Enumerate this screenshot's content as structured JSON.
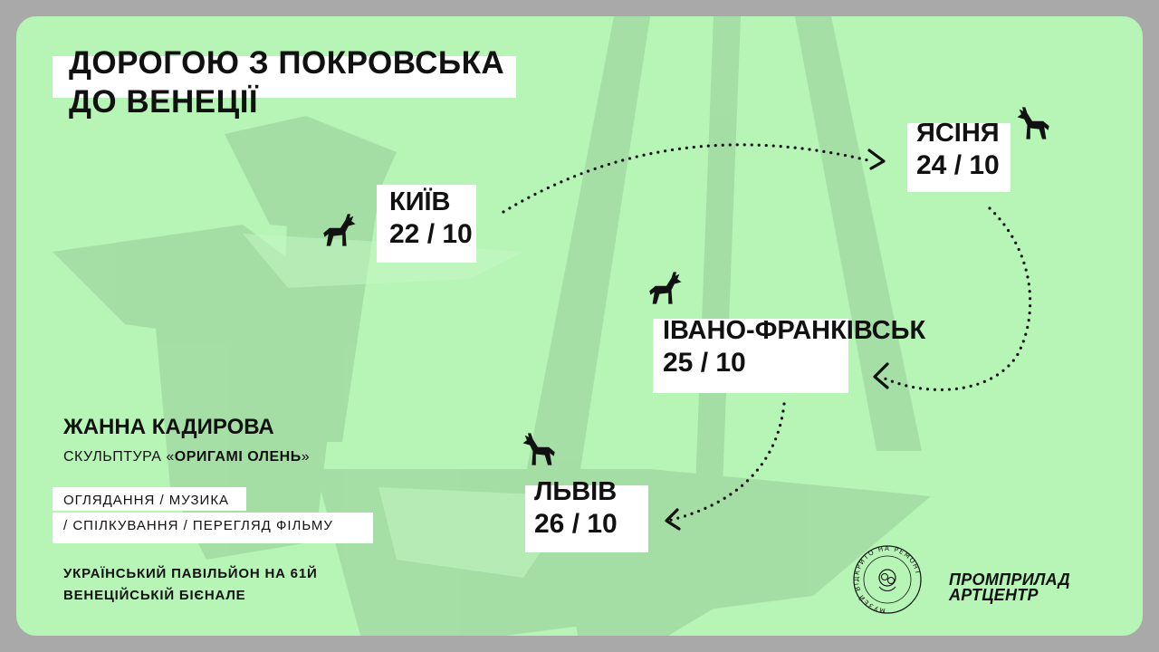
{
  "poster": {
    "title_line1": "ДОРОГОЮ З ПОКРОВСЬКА",
    "title_line2": "ДО ВЕНЕЦІЇ",
    "colors": {
      "background": "#b6f5b6",
      "frame": "#a9a9a9",
      "ink": "#111111",
      "label_bg": "#ffffff"
    },
    "stops": [
      {
        "city": "КИЇВ",
        "date": "22 / 10"
      },
      {
        "city": "ЯСІНЯ",
        "date": "24 / 10"
      },
      {
        "city": "ІВАНО-ФРАНКІВСЬК",
        "date": "25 / 10"
      },
      {
        "city": "ЛЬВІВ",
        "date": "26 / 10"
      }
    ],
    "artist": "ЖАННА КАДИРОВА",
    "sculpture_prefix": "СКУЛЬПТУРА «",
    "sculpture_name": "ОРИГАМІ ОЛЕНЬ",
    "sculpture_suffix": "»",
    "activities_line1": "ОГЛЯДАННЯ / МУЗИКА",
    "activities_line2": "/ СПІЛКУВАННЯ / ПЕРЕГЛЯД ФІЛЬМУ",
    "pavilion_line1": "УКРАЇНСЬКИЙ ПАВІЛЬЙОН НА 61Й",
    "pavilion_line2": "ВЕНЕЦІЙСЬКІЙ БІЄНАЛЕ",
    "seal_text": "МУЗЕЙ ВІДКРИТО НА РЕМОНТ",
    "logo_line1": "ПРОМПРИЛАД",
    "logo_line2": "АРТЦЕНТР",
    "icons": [
      "deer-icon",
      "seal-logo-icon"
    ]
  }
}
